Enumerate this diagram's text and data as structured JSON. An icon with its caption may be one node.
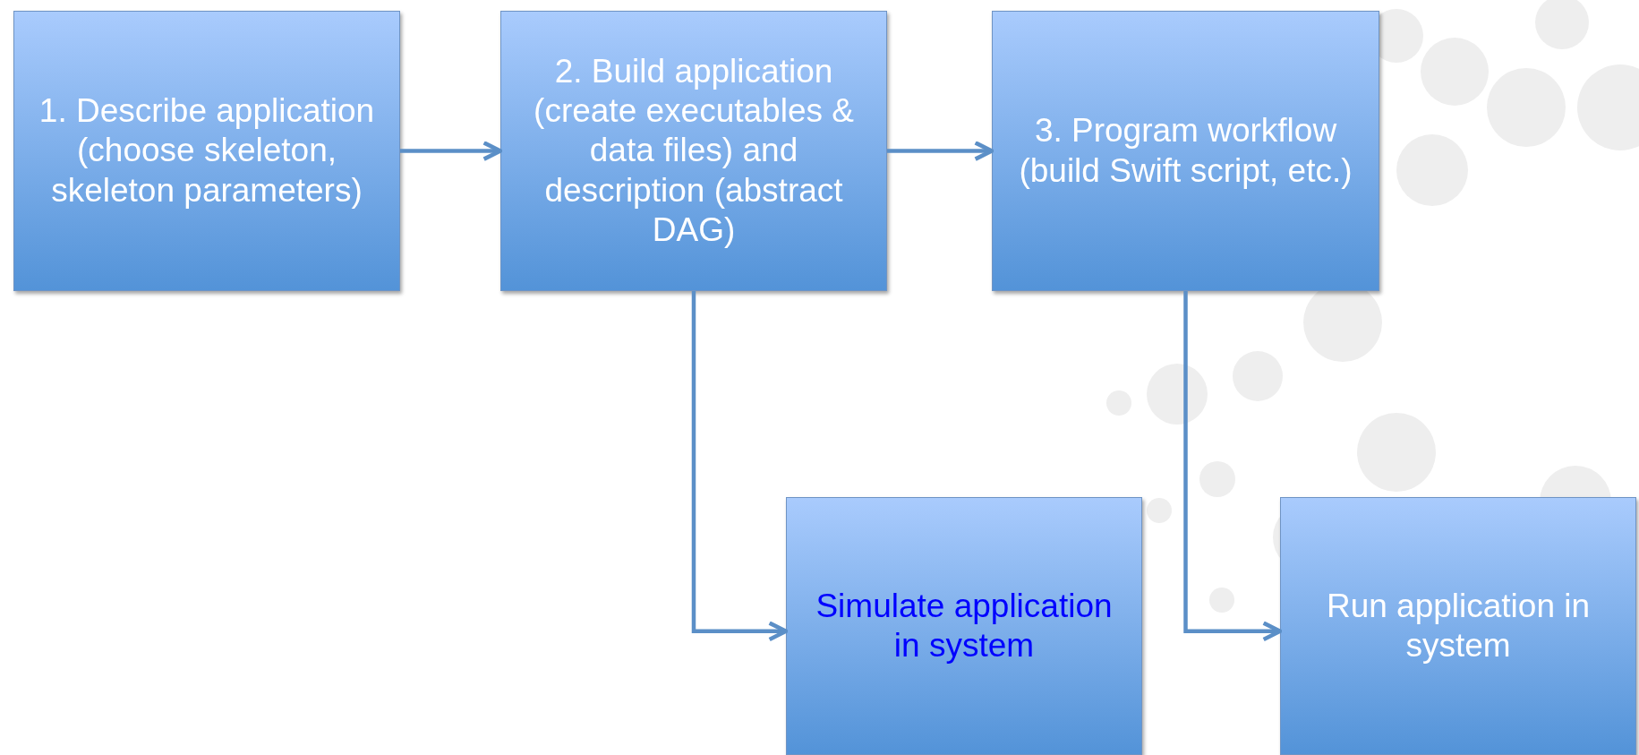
{
  "diagram": {
    "nodes": [
      {
        "text": [
          "1. Describe application (choose skeleton, skeleton parameters)"
        ]
      },
      {
        "text": [
          "2. Build application (create executables & data files) and description (abstract DAG)"
        ]
      },
      {
        "text": [
          "3. Program workflow (build Swift script, etc.)"
        ]
      },
      {
        "text": [
          "Simulate application in system"
        ]
      },
      {
        "text": [
          "Run application in system"
        ]
      }
    ],
    "edges": [
      {
        "from": 0,
        "to": 1,
        "arrow": "to"
      },
      {
        "from": 1,
        "to": 2,
        "arrow": "to"
      },
      {
        "from": 1,
        "to": 3,
        "arrow": "to"
      },
      {
        "from": 2,
        "to": 4,
        "arrow": "to"
      }
    ]
  }
}
